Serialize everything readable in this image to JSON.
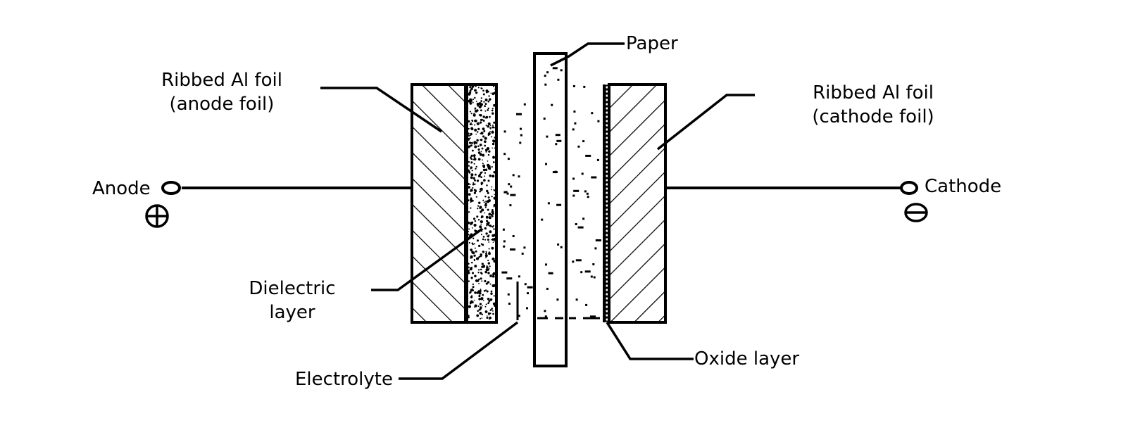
{
  "labels": {
    "paper": "Paper",
    "anode_foil_line1": "Ribbed Al foil",
    "anode_foil_line2": "(anode foil)",
    "cathode_foil_line1": "Ribbed Al foil",
    "cathode_foil_line2": "(cathode foil)",
    "anode": "Anode",
    "cathode": "Cathode",
    "dielectric_line1": "Dielectric",
    "dielectric_line2": "layer",
    "electrolyte": "Electrolyte",
    "oxide_layer": "Oxide layer"
  },
  "colors": {
    "ink": "#000000",
    "background": "#ffffff"
  },
  "icons": {
    "anode_polarity": "plus-in-circle-icon",
    "cathode_polarity": "minus-in-circle-icon"
  }
}
